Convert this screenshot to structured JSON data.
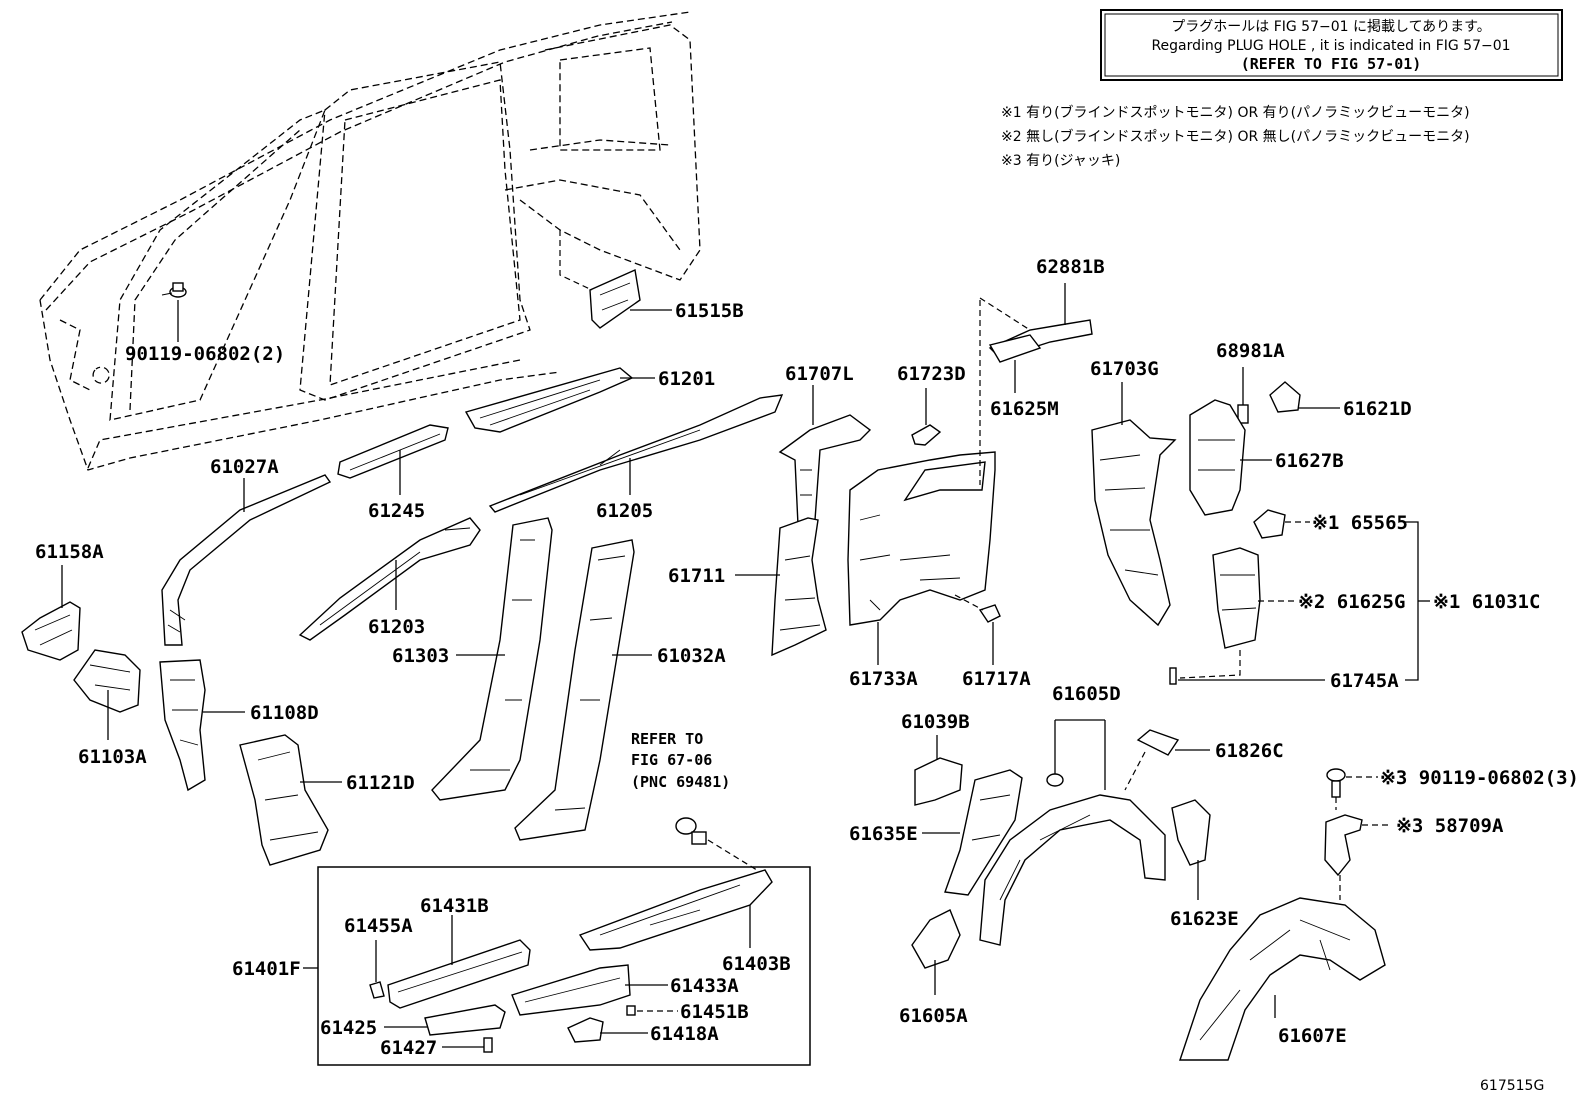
{
  "notice": {
    "line1": "プラグホールは FIG 57−01 に掲載してあります。",
    "line2": "Regarding PLUG HOLE , it is indicated in FIG 57−01",
    "line3": "(REFER TO FIG 57-01)"
  },
  "conditions": [
    "※1 有り(ブラインドスポットモニタ) OR 有り(パノラミックビューモニタ)",
    "※2 無し(ブラインドスポットモニタ) OR 無し(パノラミックビューモニタ)",
    "※3 有り(ジャッキ)"
  ],
  "refer": {
    "line1": "REFER TO",
    "line2": "FIG 67-06",
    "line3": "(PNC 69481)"
  },
  "figure_id": "617515G",
  "labels": {
    "p61515B": "61515B",
    "p90119_06802_2": "90119-06802(2)",
    "p61201": "61201",
    "p61027A": "61027A",
    "p61245": "61245",
    "p61205": "61205",
    "p61158A": "61158A",
    "p61203": "61203",
    "p61103A": "61103A",
    "p61108D": "61108D",
    "p61303": "61303",
    "p61032A": "61032A",
    "p61121D": "61121D",
    "p61707L": "61707L",
    "p61723D": "61723D",
    "p62881B": "62881B",
    "p61625M": "61625M",
    "p61703G": "61703G",
    "p68981A": "68981A",
    "p61621D": "61621D",
    "p61627B": "61627B",
    "p65565": "※1 65565",
    "p61625G": "※2 61625G",
    "p61031C": "※1 61031C",
    "p61745A": "61745A",
    "p61711": "61711",
    "p61733A": "61733A",
    "p61717A": "61717A",
    "p61605D": "61605D",
    "p61039B": "61039B",
    "p61826C": "61826C",
    "p90119_06802_3": "※3 90119-06802(3)",
    "p58709A": "※3 58709A",
    "p61635E": "61635E",
    "p61623E": "61623E",
    "p61605A": "61605A",
    "p61607E": "61607E",
    "p61401F": "61401F",
    "p61431B": "61431B",
    "p61455A": "61455A",
    "p61403B": "61403B",
    "p61433A": "61433A",
    "p61451B": "61451B",
    "p61425": "61425",
    "p61418A": "61418A",
    "p61427": "61427"
  }
}
